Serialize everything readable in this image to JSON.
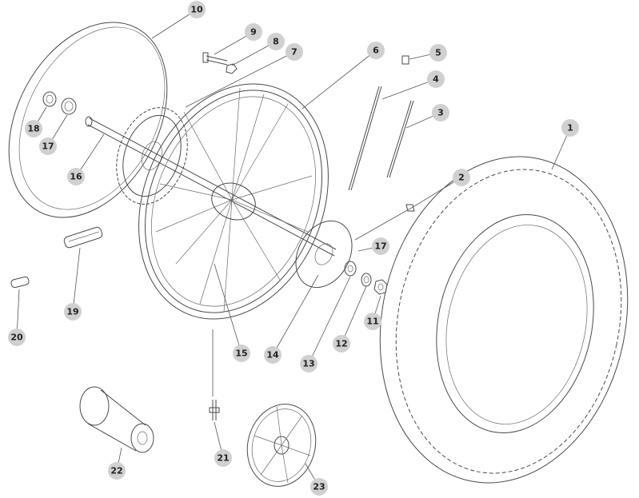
{
  "callouts": [
    {
      "id": "c1",
      "label": "1"
    },
    {
      "id": "c2",
      "label": "2"
    },
    {
      "id": "c3",
      "label": "3"
    },
    {
      "id": "c4",
      "label": "4"
    },
    {
      "id": "c5",
      "label": "5"
    },
    {
      "id": "c6",
      "label": "6"
    },
    {
      "id": "c7",
      "label": "7"
    },
    {
      "id": "c8",
      "label": "8"
    },
    {
      "id": "c9",
      "label": "9"
    },
    {
      "id": "c10",
      "label": "10"
    },
    {
      "id": "c11",
      "label": "11"
    },
    {
      "id": "c12",
      "label": "12"
    },
    {
      "id": "c13",
      "label": "13"
    },
    {
      "id": "c14",
      "label": "14"
    },
    {
      "id": "c15",
      "label": "15"
    },
    {
      "id": "c16",
      "label": "16"
    },
    {
      "id": "c17a",
      "label": "17"
    },
    {
      "id": "c17b",
      "label": "17"
    },
    {
      "id": "c18",
      "label": "18"
    },
    {
      "id": "c19",
      "label": "19"
    },
    {
      "id": "c20",
      "label": "20"
    },
    {
      "id": "c21",
      "label": "21"
    },
    {
      "id": "c22",
      "label": "22"
    },
    {
      "id": "c23",
      "label": "23"
    }
  ],
  "colors": {
    "badge": "#d0d0d0",
    "line": "#4a4a4a"
  }
}
